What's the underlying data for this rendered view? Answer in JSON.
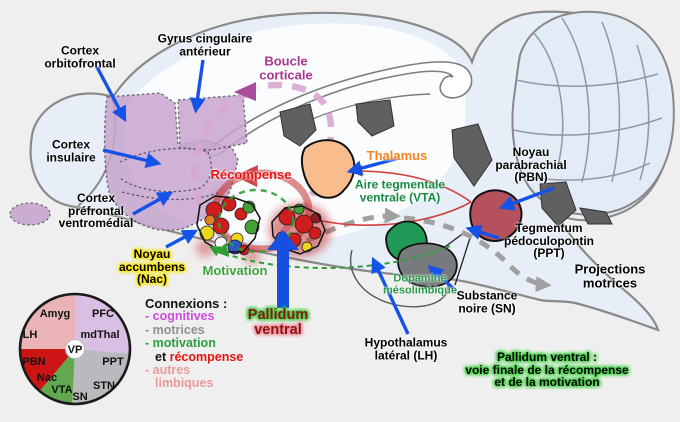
{
  "background": "#efefef",
  "palette": {
    "pointer_blue": "#1552e8",
    "boucle_pink_dash": "#d9a8d2",
    "boucle_arrowhead": "#a84f9c",
    "reward_loop_red": "#c73030",
    "motor_gray_dash": "#a0a0a0",
    "motivation_green": "#2f9e35",
    "cortex_purple_region": "#c8a6ce",
    "thalamus_region": "#f9bd8d",
    "pbn_region": "#b5515d",
    "vta_region": "#1f9955",
    "sn_region": "#777b7e"
  },
  "labels": {
    "ofc": {
      "lines": [
        "Cortex",
        "orbitofrontal"
      ]
    },
    "gyrus": {
      "lines": [
        "Gyrus cingulaire",
        "antérieur"
      ]
    },
    "boucle": {
      "lines": [
        "Boucle",
        "corticale"
      ],
      "color": "#a8398f"
    },
    "insulaire": {
      "lines": [
        "Cortex",
        "insulaire"
      ]
    },
    "prefrontal": {
      "lines": [
        "Cortex",
        "préfrontal",
        "ventromédial"
      ]
    },
    "recompense": {
      "lines": [
        "Récompense"
      ],
      "color": "#e81414"
    },
    "thalamus": {
      "lines": [
        "Thalamus"
      ],
      "color": "#f5821f"
    },
    "vta": {
      "lines": [
        "Aire tegmentale",
        "ventrale (VTA)"
      ],
      "color": "#178a42"
    },
    "pbn": {
      "lines": [
        "Noyau",
        "parabrachial",
        "(PBN)"
      ]
    },
    "ppt": {
      "lines": [
        "Tegmentum",
        "pédoculopontin",
        "(PPT)"
      ]
    },
    "projections": {
      "lines": [
        "Projections",
        "motrices"
      ]
    },
    "sn": {
      "lines": [
        "Substance",
        "noire (SN)"
      ]
    },
    "lh": {
      "lines": [
        "Hypothalamus",
        "latéral (LH)"
      ]
    },
    "nac": {
      "lines": [
        "Noyau",
        "accumbens",
        "(Nac)"
      ],
      "highlight": "#ffe600"
    },
    "motivation": {
      "lines": [
        "Motivation"
      ],
      "color": "#3aa33a"
    },
    "dopamine": {
      "lines": [
        "Dopamine",
        "mésolimbique"
      ],
      "color": "#2a9a4a"
    },
    "pallidum": {
      "word1": "Pallidum",
      "word2": "ventral",
      "color": "#8b1515",
      "glow1": "#3ecf3e",
      "glow2": "#f08f9c"
    },
    "note": {
      "lines": [
        "Pallidum ventral :",
        "voie finale de la récompense",
        "et de la motivation"
      ],
      "highlight": "#3ecf3e"
    }
  },
  "legend": {
    "title": "Connexions :",
    "items": [
      {
        "label": "- cognitives",
        "color": "#cc4ce0"
      },
      {
        "label": "- motrices",
        "color": "#909090"
      },
      {
        "label": "- motivation",
        "color": "#2e9e40"
      },
      {
        "prefix": "et",
        "highlight": "récompense",
        "prefix_color": "#111111",
        "highlight_color": "#e81414"
      },
      {
        "label": "- autres",
        "color": "#ee9898"
      },
      {
        "label": "limbiques",
        "color": "#ee9898"
      }
    ]
  },
  "pie": {
    "center": "VP",
    "segments": [
      {
        "id": "limbic-pink",
        "color": "#eab3b6"
      },
      {
        "id": "cognitive-lilac",
        "color": "#d9bfe4"
      },
      {
        "id": "motor-gray",
        "color": "#b9b9be"
      },
      {
        "id": "motivation-green",
        "color": "#61a84e"
      },
      {
        "id": "reward-red",
        "color": "#cc1414"
      }
    ],
    "labels": {
      "amyg": "Amyg",
      "pfc": "PFC",
      "lh": "LH",
      "mdthal": "mdThal",
      "pbn": "PBN",
      "ppt": "PPT",
      "nac": "Nac",
      "vta": "VTA",
      "sn": "SN",
      "stn": "STN"
    }
  }
}
